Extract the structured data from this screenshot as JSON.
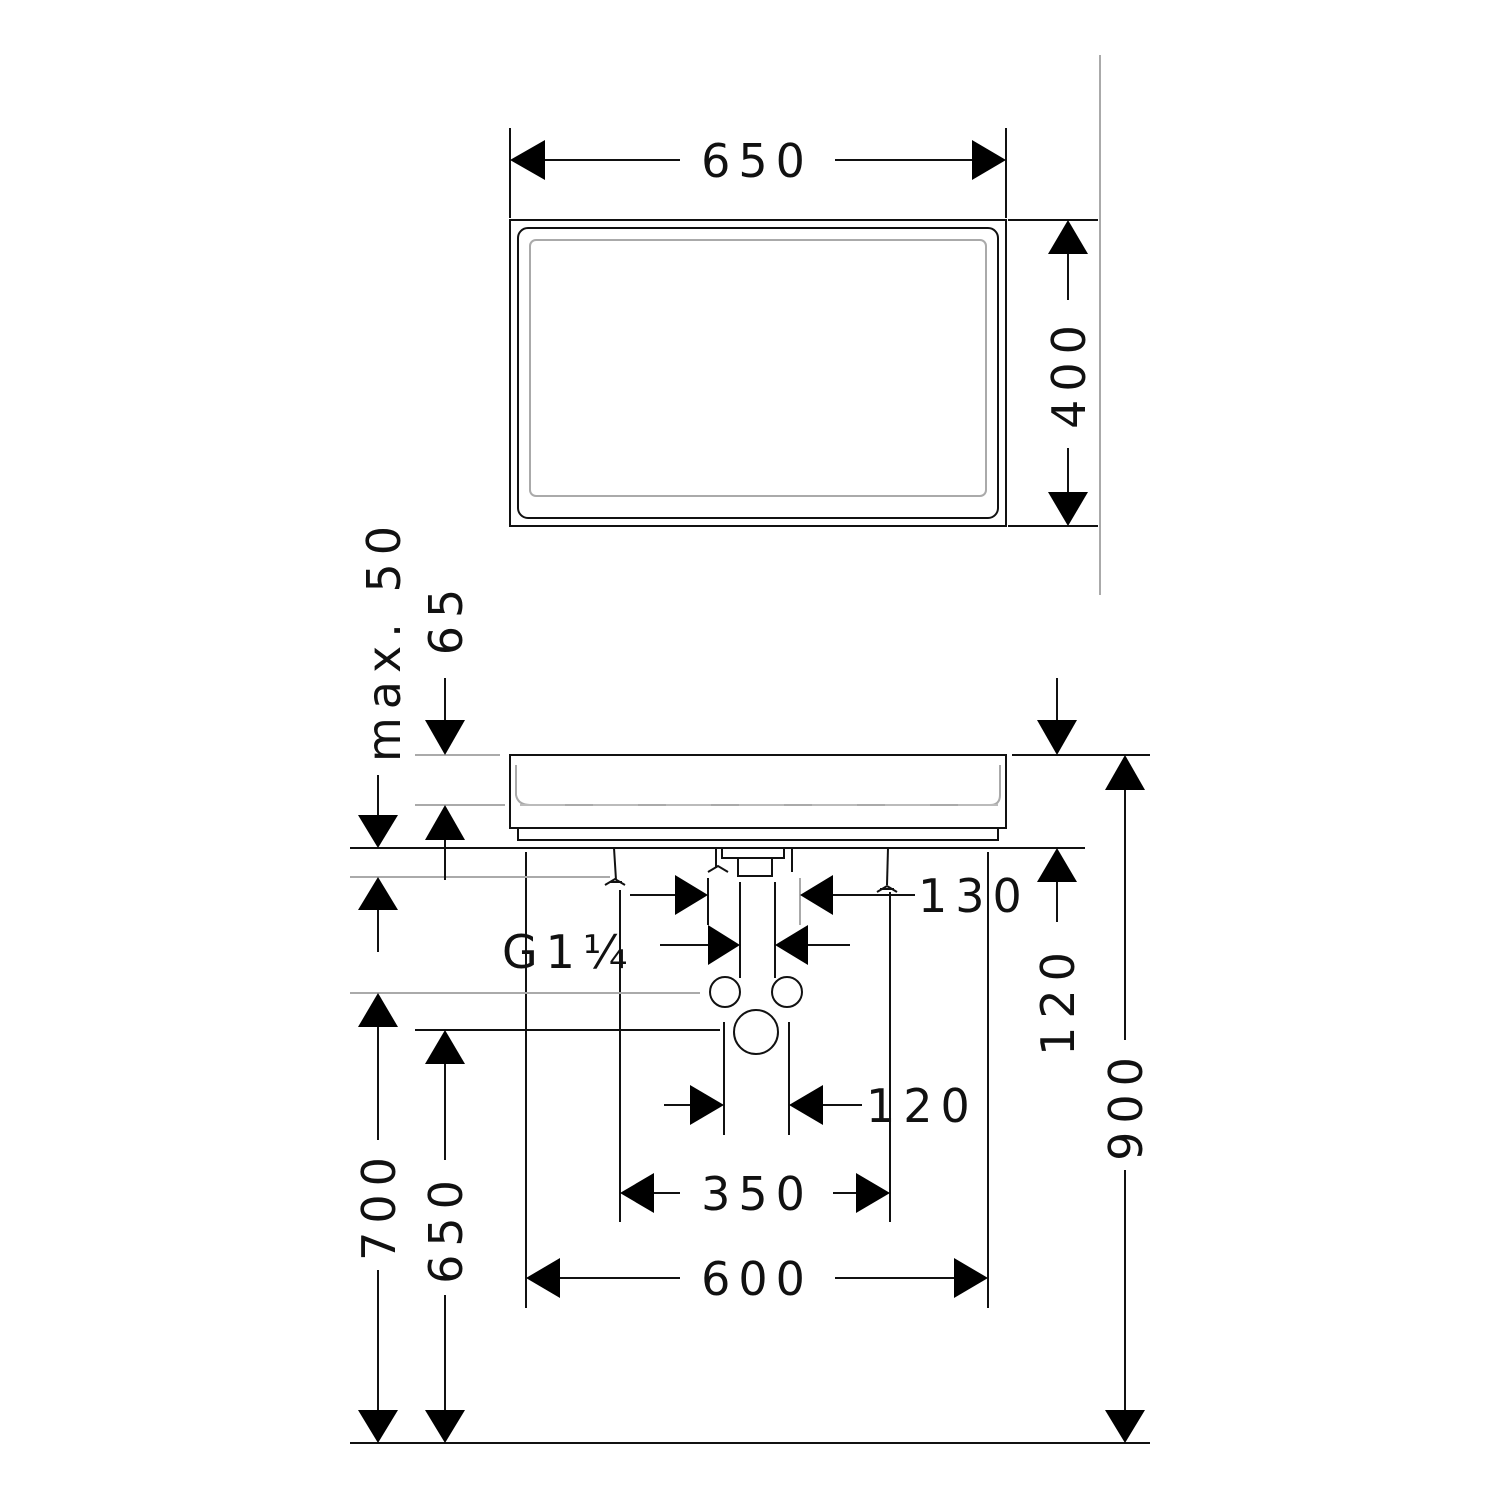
{
  "top_view": {
    "width_label": "650",
    "depth_label": "400"
  },
  "side_view": {
    "overflow_label": "max. 50",
    "rim_label": "65",
    "fitting_spacing_label": "130",
    "thread_label": "G1¼",
    "waste_width_label": "120",
    "waste_height_label": "120",
    "total_height_label": "900",
    "trap_height_label": "700",
    "drain_height_label": "650",
    "bolt_spacing_label": "350",
    "base_width_label": "600"
  }
}
